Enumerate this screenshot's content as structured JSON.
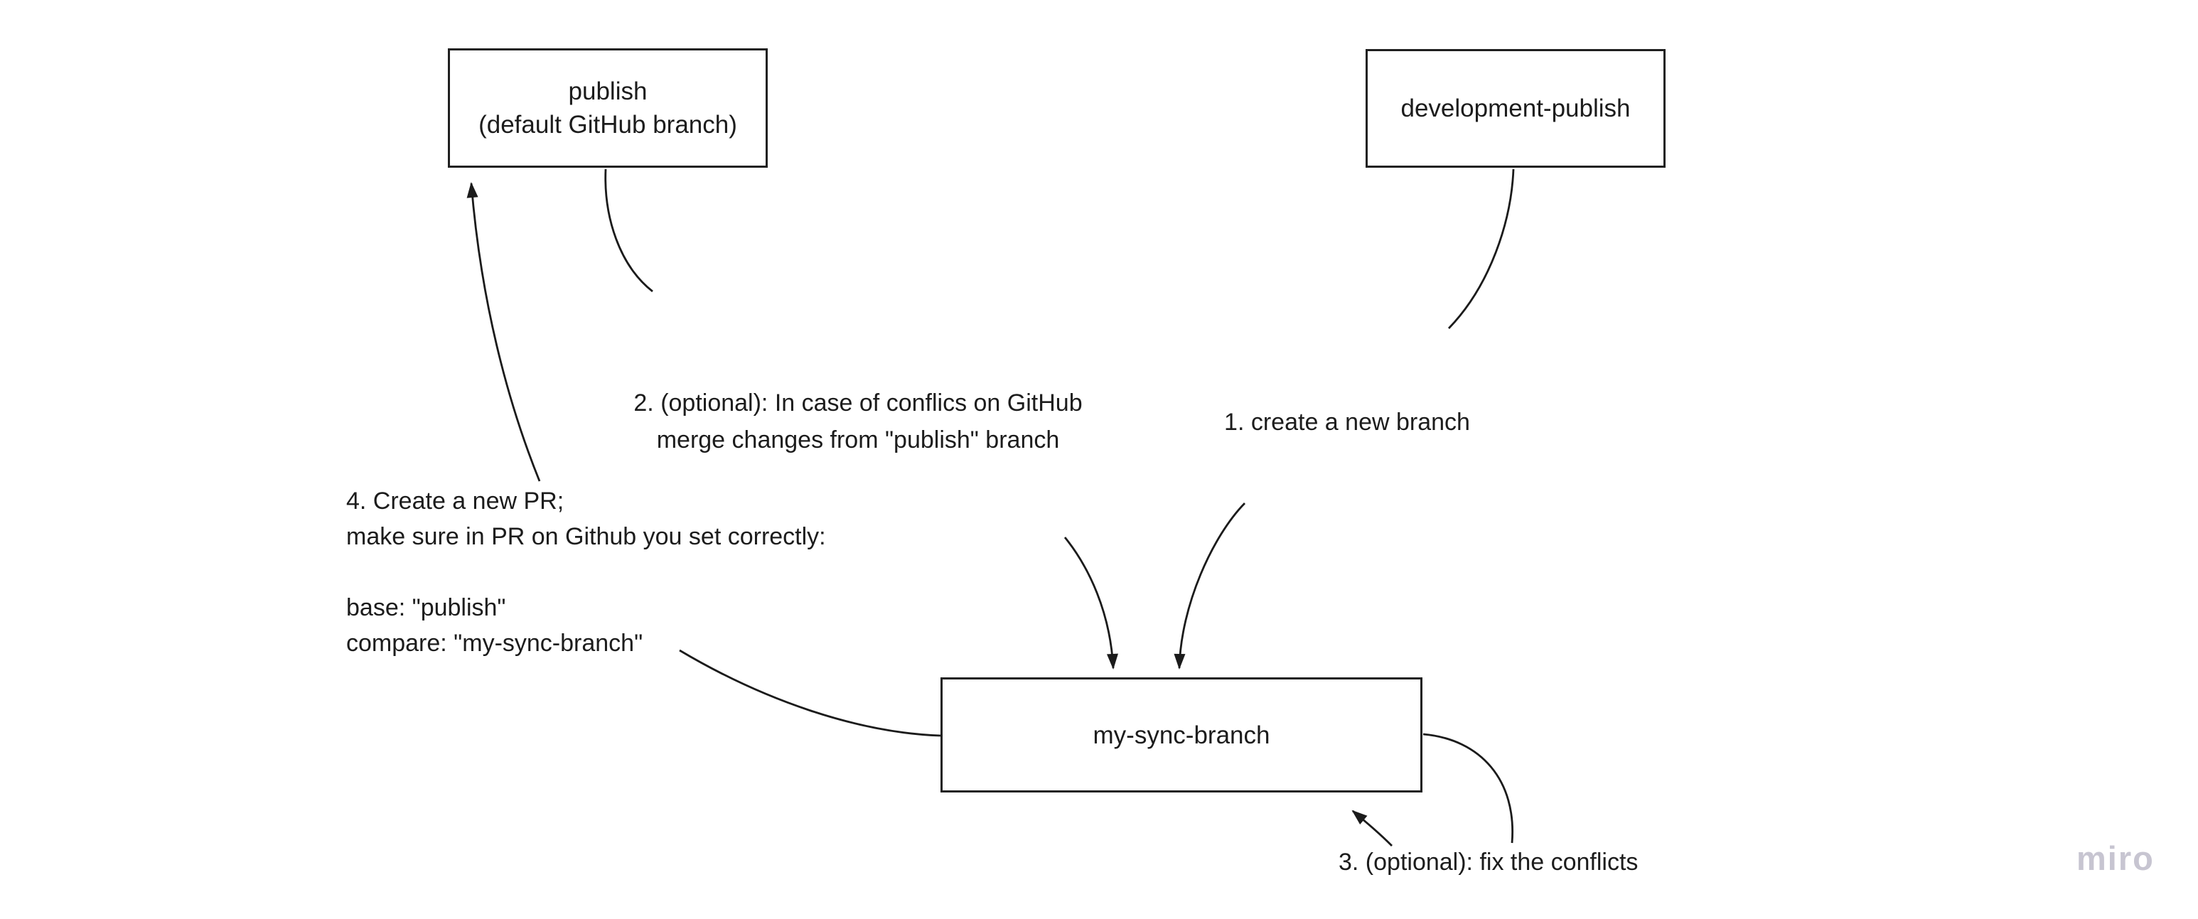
{
  "nodes": {
    "publish": {
      "lines": [
        "publish",
        "(default GitHub branch)"
      ]
    },
    "development_publish": {
      "label": "development-publish"
    },
    "my_sync_branch": {
      "label": "my-sync-branch"
    }
  },
  "edges": {
    "step1": {
      "label": "1. create a new branch"
    },
    "step2": {
      "lines": [
        "2. (optional): In case of conflics on GitHub",
        "merge changes from \"publish\" branch"
      ]
    },
    "step3": {
      "label": "3. (optional): fix the conflicts"
    },
    "step4": {
      "lines": [
        "4. Create a new PR;",
        "make sure in PR on Github you set correctly:",
        "",
        "base: \"publish\"",
        "compare: \"my-sync-branch\""
      ]
    }
  },
  "watermark": {
    "label": "miro",
    "color": "#c7c5d1"
  },
  "colors": {
    "background": "#ffffff",
    "stroke": "#1b1b1b",
    "node_border": "#1f1f1f",
    "text": "#1c1c1c"
  }
}
